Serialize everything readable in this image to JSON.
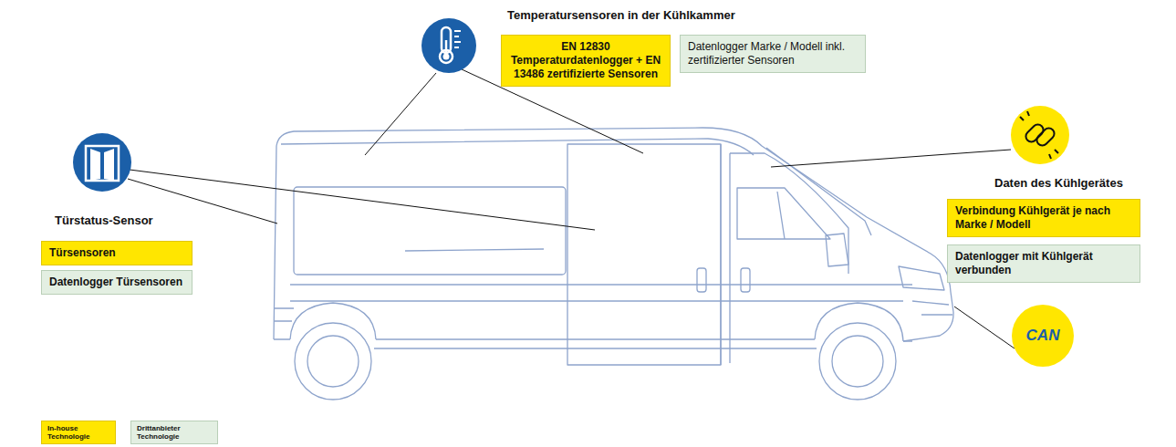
{
  "diagram": {
    "nodes": [
      {
        "text": [
          "EN 12830 Temperaturdatenlogger + EN 13486 zertifizierte Sensoren"
        ]
      },
      {
        "text": [
          "Datenlogger Marke / Modell inkl. zertifizierter Sensoren"
        ]
      },
      {
        "text": [
          "Türsensoren"
        ]
      },
      {
        "text": [
          "Datenlogger Türsensoren"
        ]
      },
      {
        "text": [
          "Verbindung Kühlgerät je nach Marke / Modell"
        ]
      },
      {
        "text": [
          "Datenlogger mit Kühlgerät verbunden"
        ]
      },
      {
        "text": [
          "CAN"
        ]
      }
    ],
    "labels": [
      "Temperatursensoren in der Kühlkammer",
      "Türstatus-Sensor",
      "Daten des Kühlgerätes"
    ],
    "legend": [
      {
        "text": "In-house Technologie",
        "color": "#ffe600"
      },
      {
        "text": "Drittanbieter Technologie",
        "color": "#e3efe2"
      }
    ]
  }
}
